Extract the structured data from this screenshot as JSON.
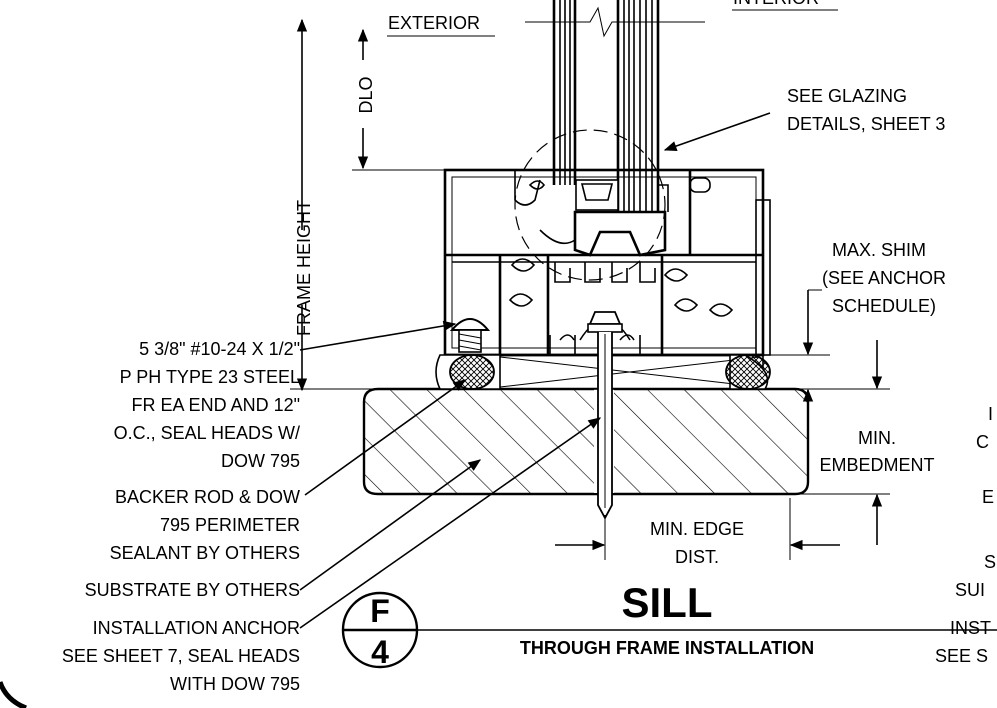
{
  "labels": {
    "exterior": "EXTERIOR",
    "interior": "INTERIOR",
    "dlo": "DLO",
    "frame_height": "FRAME HEIGHT",
    "glazing_1": "SEE GLAZING",
    "glazing_2": "DETAILS, SHEET 3",
    "shim_1": "MAX. SHIM",
    "shim_2": "(SEE ANCHOR",
    "shim_3": "SCHEDULE)",
    "embed_1": "MIN.",
    "embed_2": "EMBEDMENT",
    "edge_1": "MIN. EDGE",
    "edge_2": "DIST.",
    "screw_1": "5 3/8\" #10-24 X 1/2\"",
    "screw_2": "P PH TYPE 23 STEEL",
    "screw_3": "FR EA END AND 12\"",
    "screw_4": "O.C., SEAL HEADS W/",
    "screw_5": "DOW 795",
    "backer_1": "BACKER ROD & DOW",
    "backer_2": "795 PERIMETER",
    "backer_3": "SEALANT BY OTHERS",
    "substrate": "SUBSTRATE BY OTHERS",
    "anchor_1": "INSTALLATION ANCHOR",
    "anchor_2": "SEE SHEET 7, SEAL HEADS",
    "anchor_3": "WITH DOW 795",
    "detail_letter": "F",
    "detail_sheet": "4",
    "title": "SILL",
    "subtitle": "THROUGH FRAME INSTALLATION"
  },
  "cropped_next_detail": {
    "l1": "I",
    "l2": "C",
    "l3": "E",
    "l4": "S",
    "l5": "SUI",
    "l6": "INST",
    "l7": "SEE S"
  }
}
